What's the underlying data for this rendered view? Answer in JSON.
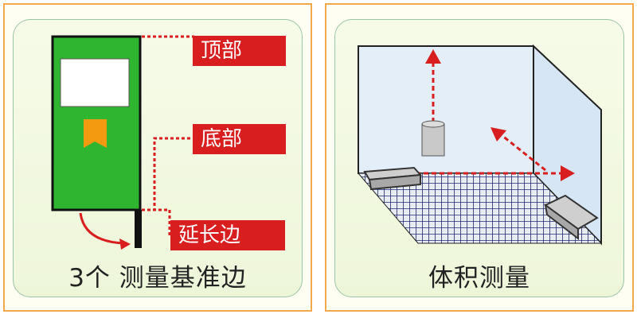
{
  "left_panel": {
    "labels": {
      "top": "顶部",
      "bottom": "底部",
      "extension": "延长边"
    },
    "caption": "3个 测量基准边"
  },
  "right_panel": {
    "caption": "体积测量"
  },
  "colors": {
    "panel_border": "#f0a84a",
    "card_border": "#9bc4a8",
    "device_green": "#2fb52f",
    "label_red": "#d81e1e",
    "dotted_line_red": "#d81e1e",
    "screen_white": "#ffffff",
    "button_orange": "#f39a10",
    "room_wall": "#e3eef8",
    "floor_grid": "#1f2a6e"
  }
}
